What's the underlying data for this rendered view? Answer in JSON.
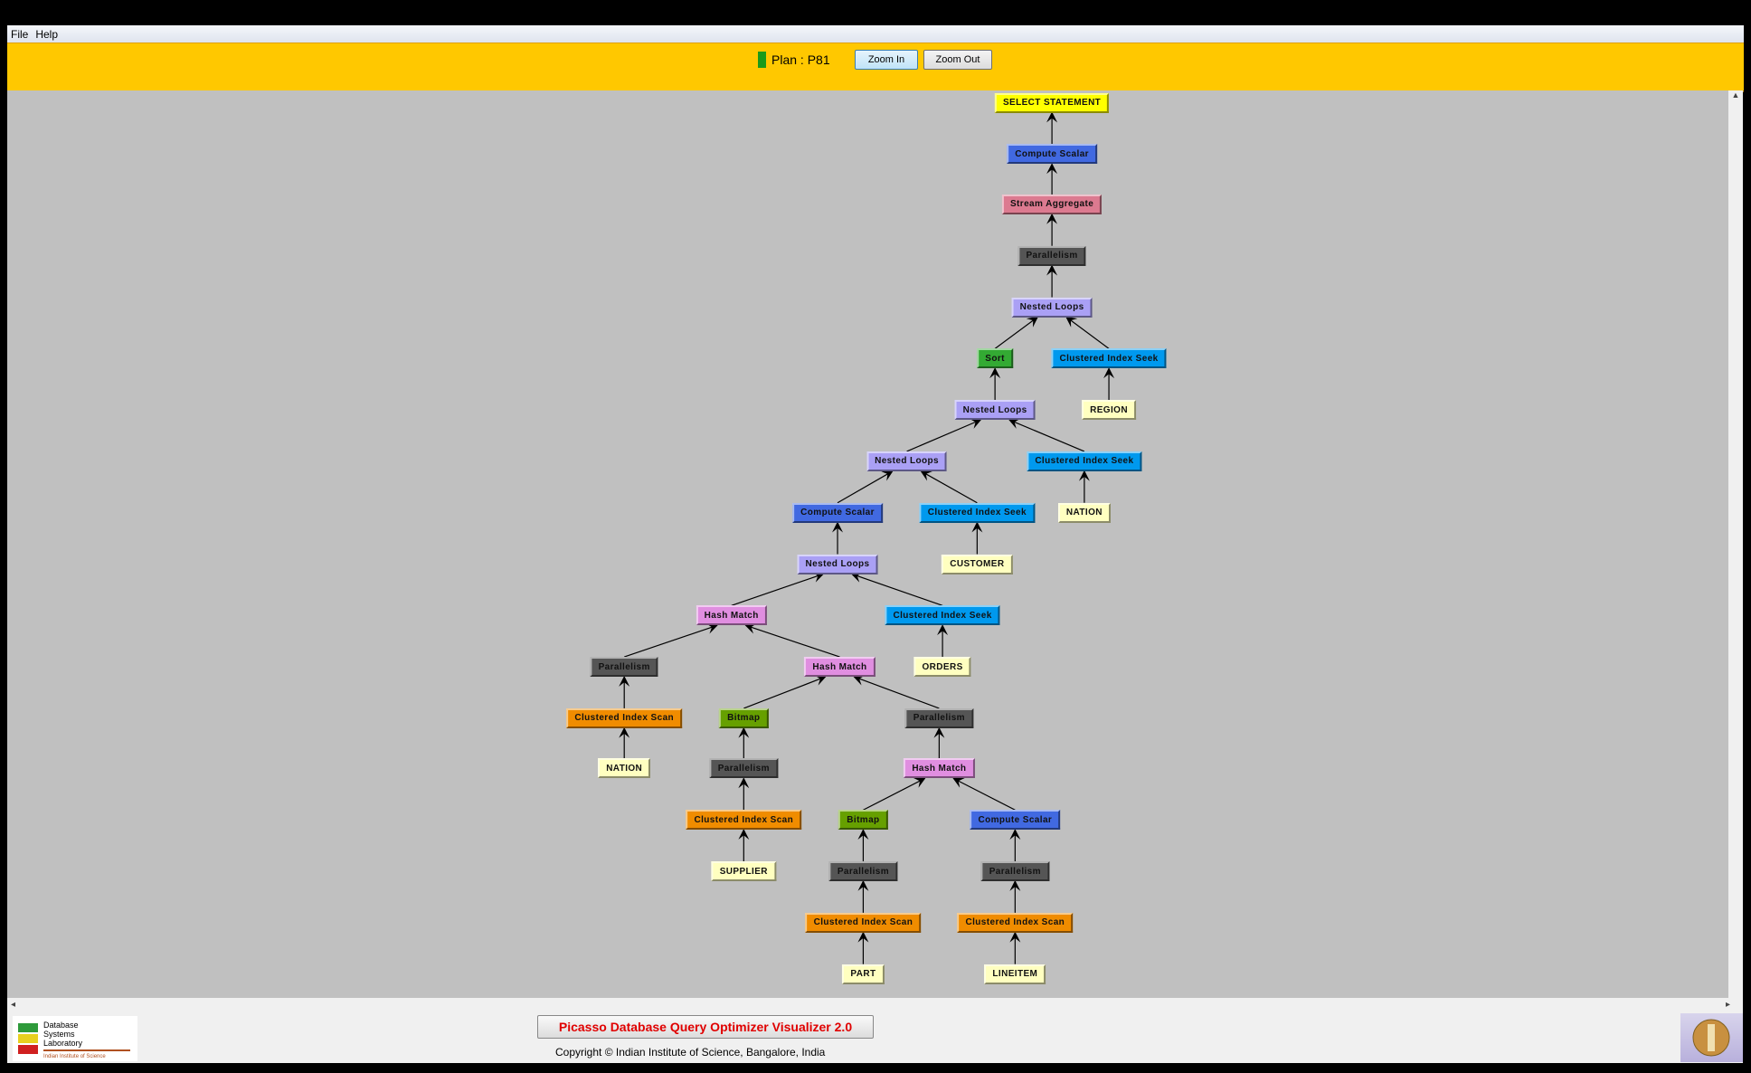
{
  "menu": {
    "file": "File",
    "help": "Help"
  },
  "toolbar": {
    "plan_label": "Plan : P81",
    "zoom_in": "Zoom In",
    "zoom_out": "Zoom Out",
    "plan_color": "#1a9a1a"
  },
  "footer": {
    "title": "Picasso Database Query Optimizer Visualizer 2.0",
    "copyright": "Copyright © Indian Institute of Science, Bangalore, India",
    "logo_text": "Database Systems Laboratory Indian Institute of Science"
  },
  "colors": {
    "select": "#ffff00",
    "compute": "#4169e1",
    "stream": "#dc7a90",
    "parallel": "#555555",
    "nested": "#aaa0f5",
    "sort": "#33aa33",
    "seek": "#0099ee",
    "table": "#ffffc0",
    "hash": "#e08ee0",
    "scan": "#f08c00",
    "bitmap": "#66a000"
  },
  "plan": {
    "nodes": [
      {
        "label": "SELECT STATEMENT",
        "type": "select",
        "parent": null
      },
      {
        "label": "Compute Scalar",
        "type": "compute",
        "parent": 0
      },
      {
        "label": "Stream Aggregate",
        "type": "stream",
        "parent": 1
      },
      {
        "label": "Parallelism",
        "type": "parallel",
        "parent": 2
      },
      {
        "label": "Nested Loops",
        "type": "nested",
        "parent": 3
      },
      {
        "label": "Sort",
        "type": "sort",
        "parent": 4
      },
      {
        "label": "Clustered Index Seek",
        "type": "seek",
        "parent": 4
      },
      {
        "label": "REGION",
        "type": "table",
        "parent": 6
      },
      {
        "label": "Nested Loops",
        "type": "nested",
        "parent": 5
      },
      {
        "label": "Nested Loops",
        "type": "nested",
        "parent": 8
      },
      {
        "label": "Clustered Index Seek",
        "type": "seek",
        "parent": 8
      },
      {
        "label": "NATION",
        "type": "table",
        "parent": 10
      },
      {
        "label": "Compute Scalar",
        "type": "compute",
        "parent": 9
      },
      {
        "label": "Clustered Index Seek",
        "type": "seek",
        "parent": 9
      },
      {
        "label": "CUSTOMER",
        "type": "table",
        "parent": 13
      },
      {
        "label": "Nested Loops",
        "type": "nested",
        "parent": 12
      },
      {
        "label": "Hash Match",
        "type": "hash",
        "parent": 15
      },
      {
        "label": "Clustered Index Seek",
        "type": "seek",
        "parent": 15
      },
      {
        "label": "ORDERS",
        "type": "table",
        "parent": 17
      },
      {
        "label": "Parallelism",
        "type": "parallel",
        "parent": 16
      },
      {
        "label": "Hash Match",
        "type": "hash",
        "parent": 16
      },
      {
        "label": "Clustered Index Scan",
        "type": "scan",
        "parent": 19
      },
      {
        "label": "NATION",
        "type": "table",
        "parent": 21
      },
      {
        "label": "Bitmap",
        "type": "bitmap",
        "parent": 20
      },
      {
        "label": "Parallelism",
        "type": "parallel",
        "parent": 20
      },
      {
        "label": "Parallelism",
        "type": "parallel",
        "parent": 23
      },
      {
        "label": "Hash Match",
        "type": "hash",
        "parent": 24
      },
      {
        "label": "Clustered Index Scan",
        "type": "scan",
        "parent": 25
      },
      {
        "label": "SUPPLIER",
        "type": "table",
        "parent": 27
      },
      {
        "label": "Bitmap",
        "type": "bitmap",
        "parent": 26
      },
      {
        "label": "Compute Scalar",
        "type": "compute",
        "parent": 26
      },
      {
        "label": "Parallelism",
        "type": "parallel",
        "parent": 29
      },
      {
        "label": "Parallelism",
        "type": "parallel",
        "parent": 30
      },
      {
        "label": "Clustered Index Scan",
        "type": "scan",
        "parent": 31
      },
      {
        "label": "Clustered Index Scan",
        "type": "scan",
        "parent": 32
      },
      {
        "label": "PART",
        "type": "table",
        "parent": 33
      },
      {
        "label": "LINEITEM",
        "type": "table",
        "parent": 34
      }
    ]
  }
}
